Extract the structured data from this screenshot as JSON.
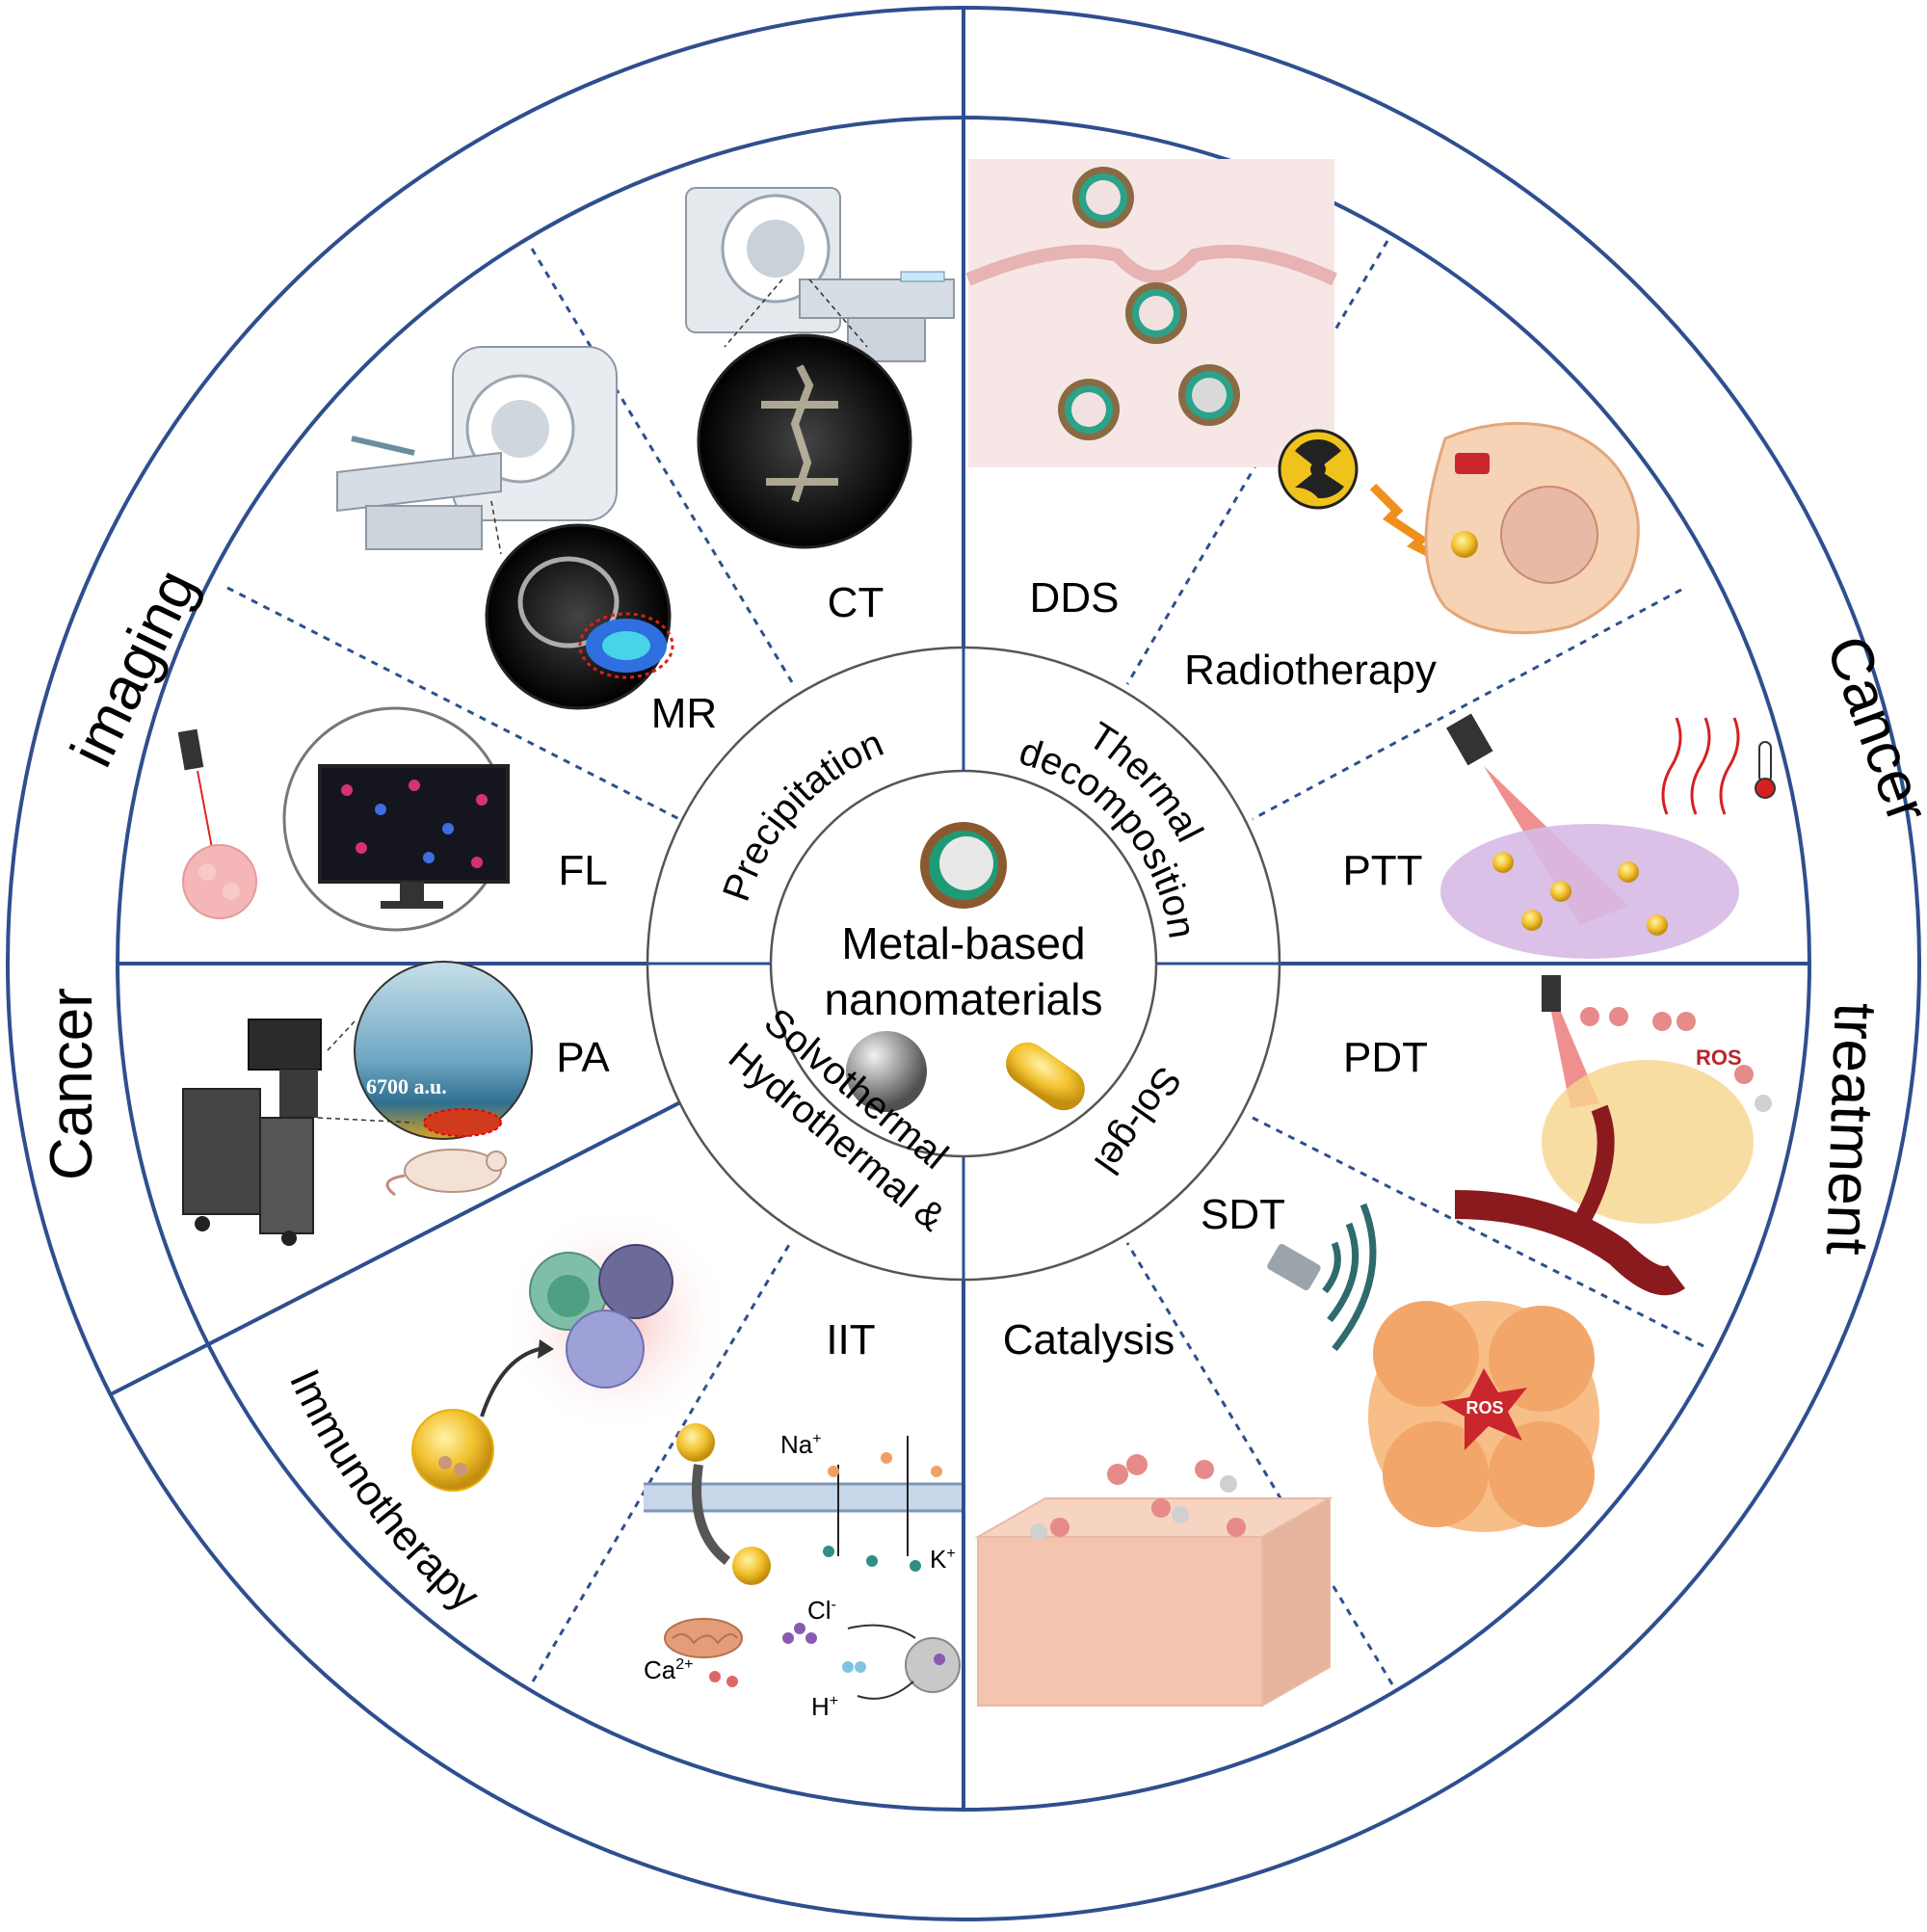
{
  "colors": {
    "outline": "#2e4f8f",
    "divider": "#3a5a9a",
    "gold": "#f2c12e",
    "ros_red": "#c9272d",
    "cell_orange": "#f6b77b",
    "cell_purple": "#c9a4d8"
  },
  "arcs": {
    "imaging": {
      "word1": "Cancer",
      "word2": "imaging"
    },
    "treatment": {
      "word1": "Cancer",
      "word2": "treatment"
    }
  },
  "center": {
    "line1": "Metal-based",
    "line2": "nanomaterials"
  },
  "synthesis": {
    "precipitation": "Precipitation",
    "thermal_line1": "Thermal",
    "thermal_line2": "decomposition",
    "solgel": "Sol-gel",
    "hydro_line1": "Hydrothermal &",
    "hydro_line2": "Solvothermal"
  },
  "imaging_sections": {
    "ct": "CT",
    "mr": "MR",
    "fl": "FL",
    "pa": "PA",
    "pa_value": "6700 a.u."
  },
  "treatment_sections": {
    "dds": "DDS",
    "radiotherapy": "Radiotherapy",
    "ptt": "PTT",
    "pdt": "PDT",
    "sdt": "SDT",
    "catalysis": "Catalysis",
    "iit": "IIT",
    "immunotherapy": "Immunotherapy"
  },
  "annotations": {
    "ros": "ROS",
    "na": "Na",
    "na_sup": "+",
    "k": "K",
    "k_sup": "+",
    "cl": "Cl",
    "cl_sup": "-",
    "ca": "Ca",
    "ca_sup": "2+",
    "h": "H",
    "h_sup": "+"
  },
  "icons": [
    "ct-scanner-icon",
    "mri-scanner-icon",
    "laser-icon",
    "monitor-icon",
    "ultrasound-machine-icon",
    "mouse-icon",
    "radiation-icon",
    "lightning-icon",
    "thermometer-icon",
    "transducer-icon",
    "mitochondria-icon",
    "nanoparticle-icon"
  ]
}
